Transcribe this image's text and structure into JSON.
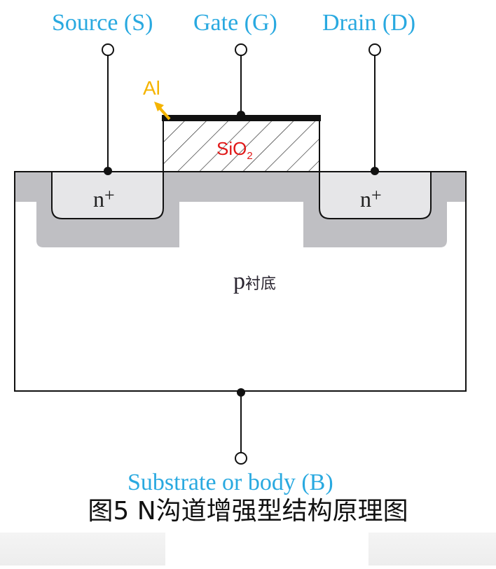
{
  "terminals": {
    "source": "Source (S)",
    "gate": "Gate (G)",
    "drain": "Drain (D)",
    "body": "Substrate or body (B)"
  },
  "layers": {
    "metal": "Al",
    "oxide_main": "SiO",
    "oxide_sub": "2",
    "n_region": "n",
    "n_region_sup": "+",
    "substrate_p": "p",
    "substrate_cn": "衬底"
  },
  "caption": "图5 N沟道增强型结构原理图",
  "colors": {
    "terminal_label": "#29a9e0",
    "metal_label": "#f5b400",
    "oxide_label": "#e01818",
    "depletion": "#bfbfc3",
    "n_region_fill": "#e6e6e8"
  }
}
